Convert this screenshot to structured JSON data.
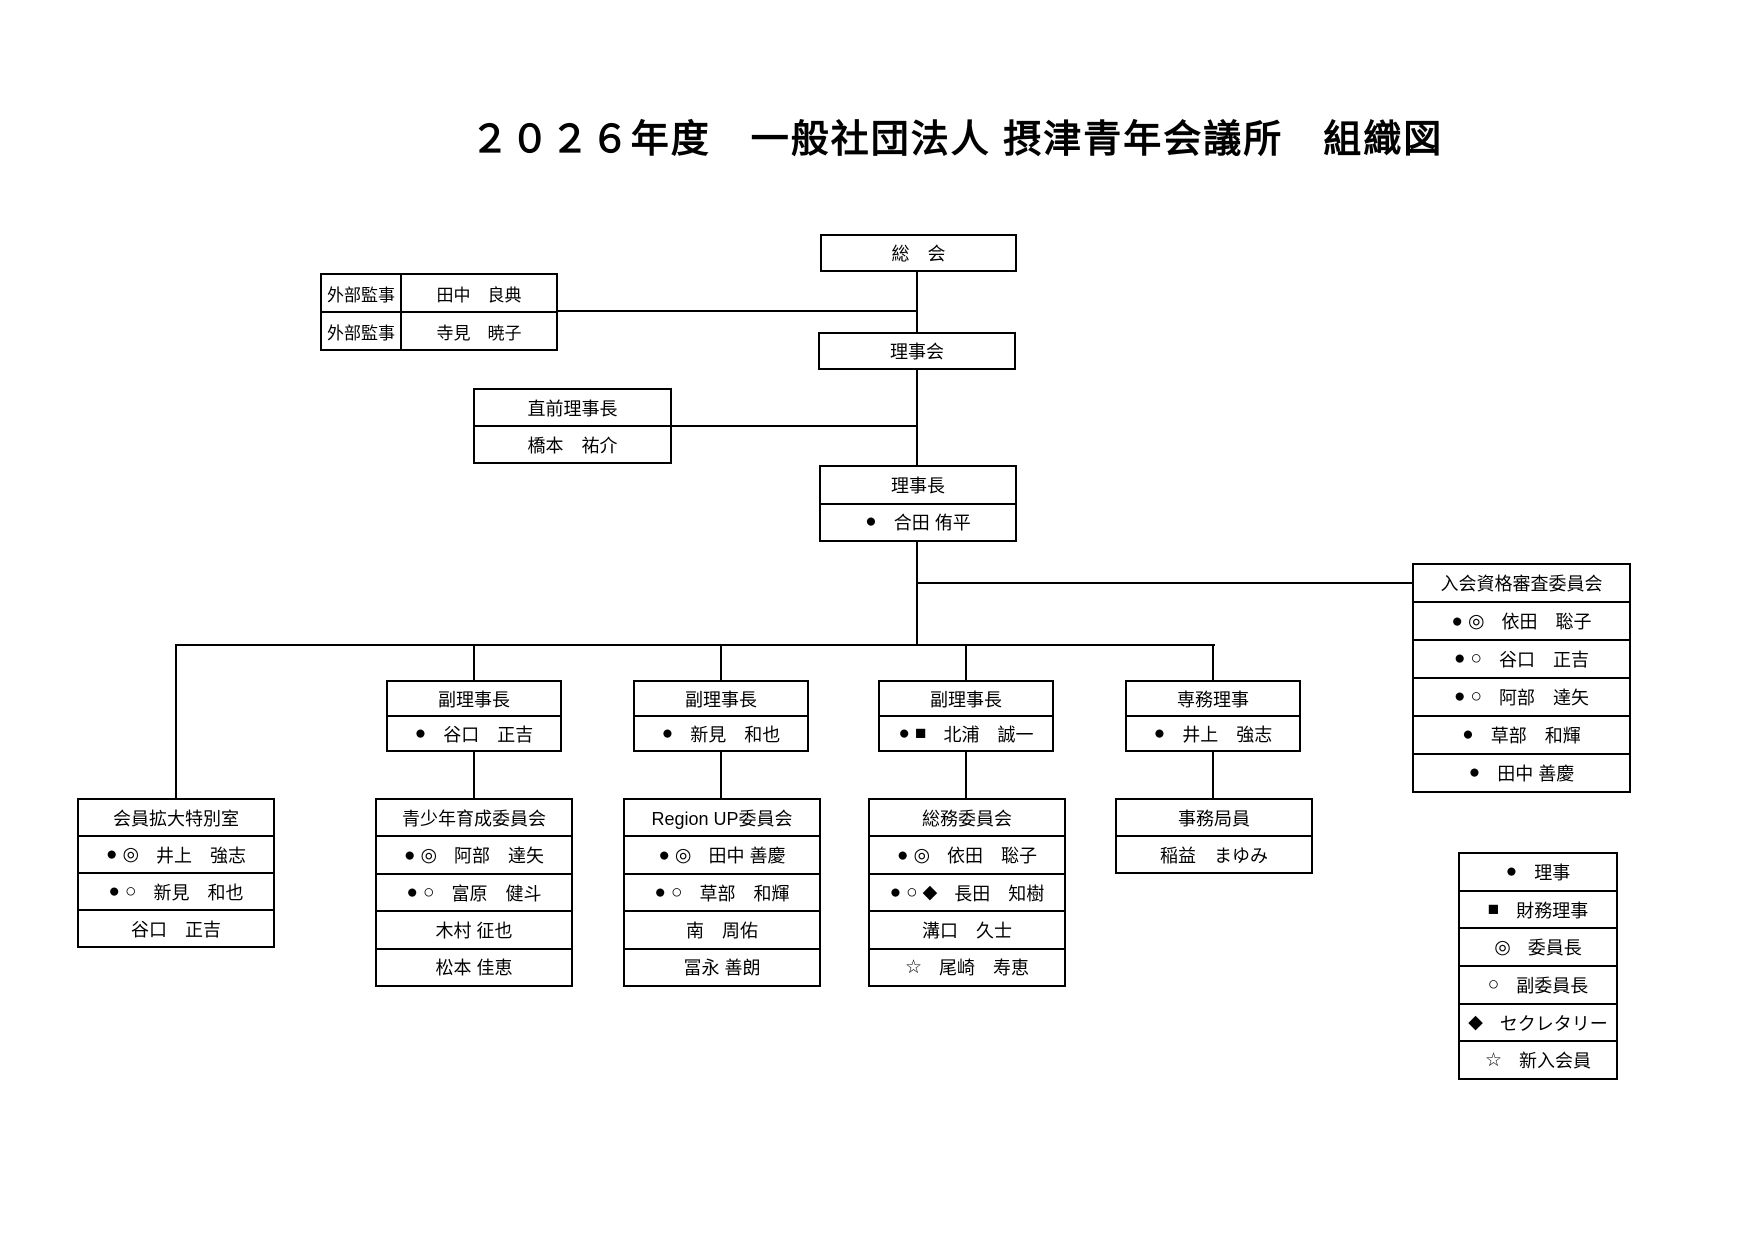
{
  "title": "２０２６年度　一般社団法人 摂津青年会議所　組織図",
  "top": {
    "general_assembly": "総　会",
    "board": "理事会",
    "auditors": [
      {
        "role": "外部監事",
        "name": "田中　良典"
      },
      {
        "role": "外部監事",
        "name": "寺見　暁子"
      }
    ],
    "immediate_past_president": {
      "title": "直前理事長",
      "name": "橋本　祐介"
    },
    "president": {
      "title": "理事長",
      "symbols": "●",
      "name": "合田 侑平"
    }
  },
  "admission_committee": {
    "title": "入会資格審査委員会",
    "members": [
      {
        "symbols": "●◎",
        "name": "依田　聡子"
      },
      {
        "symbols": "●○",
        "name": "谷口　正吉"
      },
      {
        "symbols": "●○",
        "name": "阿部　達矢"
      },
      {
        "symbols": "●",
        "name": "草部　和輝"
      },
      {
        "symbols": "●",
        "name": "田中 善慶"
      }
    ]
  },
  "officers": [
    {
      "title": "副理事長",
      "symbols": "●",
      "name": "谷口　正吉"
    },
    {
      "title": "副理事長",
      "symbols": "●",
      "name": "新見　和也"
    },
    {
      "title": "副理事長",
      "symbols": "●■",
      "name": "北浦　誠一"
    },
    {
      "title": "専務理事",
      "symbols": "●",
      "name": "井上　強志"
    }
  ],
  "committees": [
    {
      "title": "会員拡大特別室",
      "members": [
        {
          "symbols": "●◎",
          "name": "井上　強志"
        },
        {
          "symbols": "●○",
          "name": "新見　和也"
        },
        {
          "symbols": "",
          "name": "谷口　正吉"
        }
      ]
    },
    {
      "title": "青少年育成委員会",
      "members": [
        {
          "symbols": "●◎",
          "name": "阿部　達矢"
        },
        {
          "symbols": "●○",
          "name": "富原　健斗"
        },
        {
          "symbols": "",
          "name": "木村 征也"
        },
        {
          "symbols": "",
          "name": "松本 佳恵"
        }
      ]
    },
    {
      "title": "Region UP委員会",
      "members": [
        {
          "symbols": "●◎",
          "name": "田中 善慶"
        },
        {
          "symbols": "●○",
          "name": "草部　和輝"
        },
        {
          "symbols": "",
          "name": "南　周佑"
        },
        {
          "symbols": "",
          "name": "冨永 善朗"
        }
      ]
    },
    {
      "title": "総務委員会",
      "members": [
        {
          "symbols": "●◎",
          "name": "依田　聡子"
        },
        {
          "symbols": "●○◆",
          "name": "長田　知樹"
        },
        {
          "symbols": "",
          "name": "溝口　久士"
        },
        {
          "symbols": "☆",
          "name": "尾崎　寿恵"
        }
      ]
    },
    {
      "title": "事務局員",
      "members": [
        {
          "symbols": "",
          "name": "稲益　まゆみ"
        }
      ]
    }
  ],
  "legend": {
    "items": [
      {
        "symbol": "●",
        "label": "理事"
      },
      {
        "symbol": "■",
        "label": "財務理事"
      },
      {
        "symbol": "◎",
        "label": "委員長"
      },
      {
        "symbol": "○",
        "label": "副委員長"
      },
      {
        "symbol": "◆",
        "label": "セクレタリー"
      },
      {
        "symbol": "☆",
        "label": "新入会員"
      }
    ]
  }
}
